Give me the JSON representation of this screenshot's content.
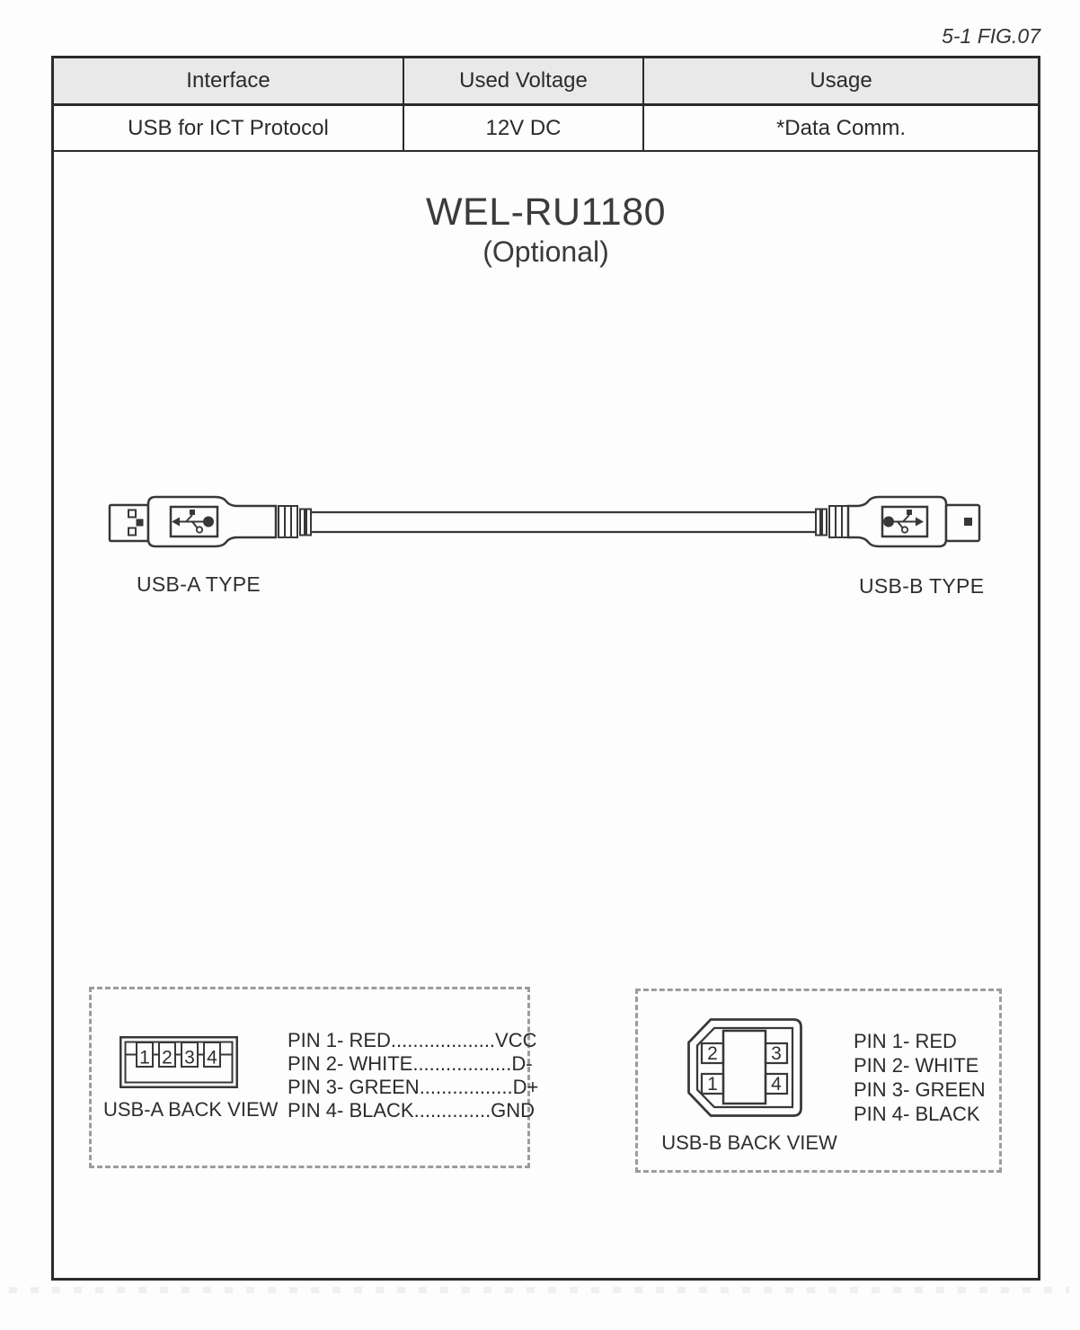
{
  "page": {
    "fig_label": "5-1 FIG.07"
  },
  "table": {
    "headers": [
      "Interface",
      "Used Voltage",
      "Usage"
    ],
    "row": [
      "USB for ICT Protocol",
      "12V DC",
      "*Data Comm."
    ]
  },
  "title": {
    "model": "WEL-RU1180",
    "subtitle": "(Optional)"
  },
  "cable": {
    "connector_a_label": "USB-A TYPE",
    "connector_b_label": "USB-B TYPE"
  },
  "usb_a_detail": {
    "caption": "USB-A BACK VIEW",
    "pins": [
      "1",
      "2",
      "3",
      "4"
    ],
    "pinout": [
      "PIN 1- RED...................VCC",
      "PIN 2- WHITE..................D-",
      "PIN 3- GREEN.................D+",
      "PIN 4- BLACK..............GND"
    ]
  },
  "usb_b_detail": {
    "caption": "USB-B BACK VIEW",
    "pins": [
      "2",
      "3",
      "1",
      "4"
    ],
    "pinout": [
      "PIN 1- RED",
      "PIN 2- WHITE",
      "PIN 3- GREEN",
      "PIN 4- BLACK"
    ]
  },
  "colors": {
    "line": "#383838",
    "table_header_bg": "#e9e9e9",
    "dashed_border": "#9c9c9c"
  }
}
